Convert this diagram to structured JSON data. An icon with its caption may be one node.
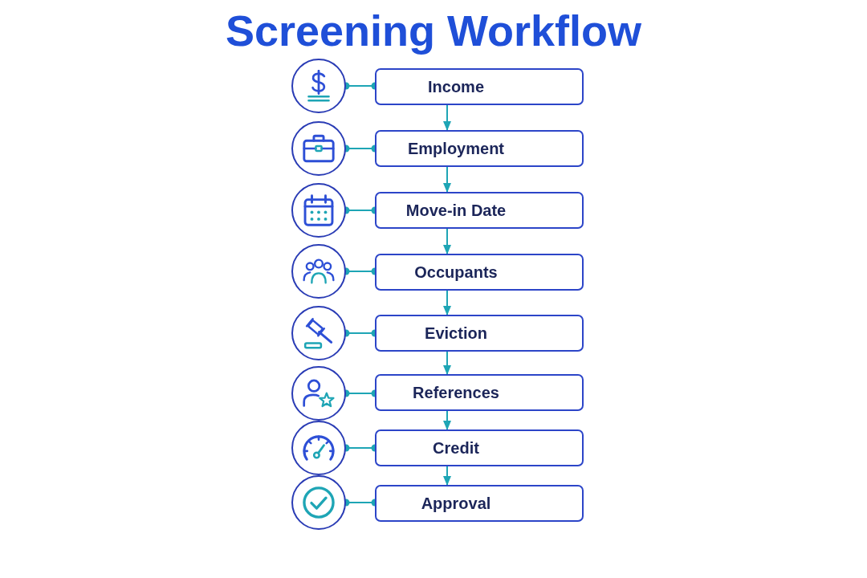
{
  "diagram": {
    "title": "Screening Workflow",
    "nodes": [
      {
        "text": [],
        "shape": "circle"
      },
      {
        "text": [
          "Income"
        ]
      },
      {
        "text": [],
        "shape": "circle"
      },
      {
        "text": [
          "Employment"
        ]
      },
      {
        "text": [],
        "shape": "circle"
      },
      {
        "text": [
          "Move-in Date"
        ]
      },
      {
        "text": [],
        "shape": "circle"
      },
      {
        "text": [
          "Occupants"
        ]
      },
      {
        "text": [],
        "shape": "circle"
      },
      {
        "text": [
          "Eviction"
        ]
      },
      {
        "text": [],
        "shape": "circle"
      },
      {
        "text": [
          "References"
        ]
      },
      {
        "text": [],
        "shape": "circle"
      },
      {
        "text": [
          "Credit"
        ]
      },
      {
        "text": [],
        "shape": "circle"
      },
      {
        "text": [
          "Approval"
        ]
      }
    ],
    "edges": [
      {
        "from": 0,
        "to": 1,
        "arrow": "other"
      },
      {
        "from": 1,
        "to": 3,
        "arrow": "to"
      },
      {
        "from": 2,
        "to": 3,
        "arrow": "other"
      },
      {
        "from": 3,
        "to": 5,
        "arrow": "to"
      },
      {
        "from": 4,
        "to": 5,
        "arrow": "other"
      },
      {
        "from": 5,
        "to": 7,
        "arrow": "to"
      },
      {
        "from": 6,
        "to": 7,
        "arrow": "other"
      },
      {
        "from": 7,
        "to": 9,
        "arrow": "to"
      },
      {
        "from": 8,
        "to": 9,
        "arrow": "other"
      },
      {
        "from": 9,
        "to": 11,
        "arrow": "to"
      },
      {
        "from": 10,
        "to": 11,
        "arrow": "other"
      },
      {
        "from": 11,
        "to": 13,
        "arrow": "to"
      },
      {
        "from": 12,
        "to": 13,
        "arrow": "other"
      },
      {
        "from": 13,
        "to": 15,
        "arrow": "to"
      },
      {
        "from": 14,
        "to": 15,
        "arrow": "other"
      }
    ]
  }
}
